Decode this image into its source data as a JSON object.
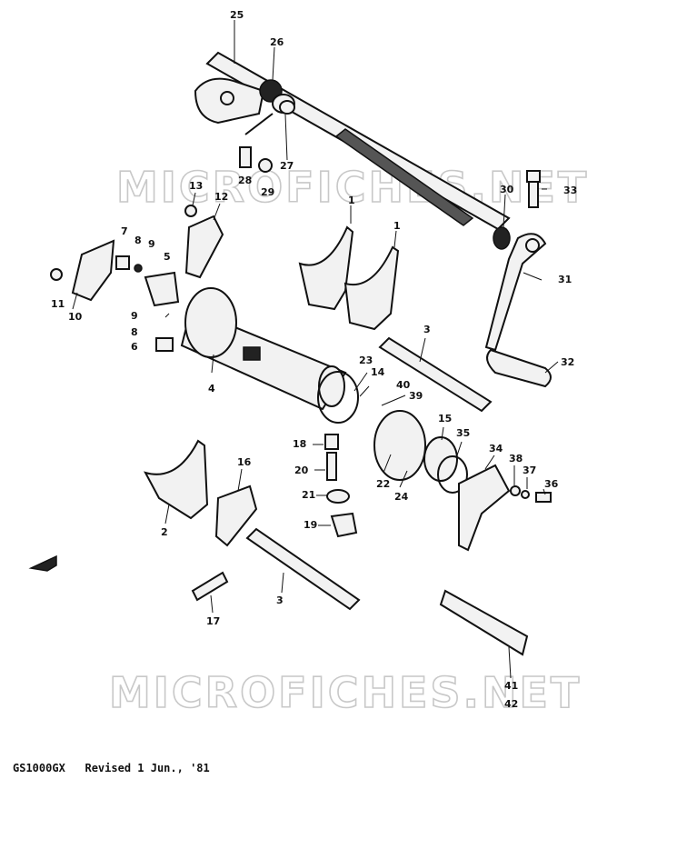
{
  "diagram": {
    "watermark": "MICROFICHES.NET",
    "footer": {
      "model": "GS1000GX",
      "revision": "Revised 1 Jun., '81"
    },
    "callouts": [
      "25",
      "26",
      "27",
      "28",
      "29",
      "30",
      "33",
      "13",
      "12",
      "1",
      "1",
      "7",
      "8",
      "9",
      "5",
      "11",
      "10",
      "9",
      "8",
      "6",
      "4",
      "3",
      "31",
      "32",
      "23",
      "14",
      "40",
      "39",
      "18",
      "20",
      "21",
      "19",
      "15",
      "35",
      "22",
      "24",
      "34",
      "38",
      "37",
      "36",
      "16",
      "2",
      "3",
      "17",
      "41",
      "42"
    ]
  }
}
